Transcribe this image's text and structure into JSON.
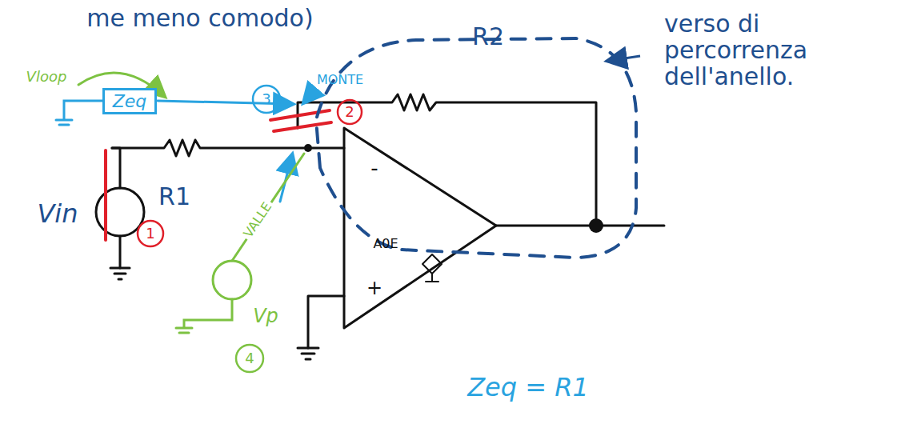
{
  "diagram": {
    "nodes": [
      {
        "text": [
          "Zeq"
        ]
      }
    ],
    "labels": [
      "me meno comodo)",
      "verso di percorrenza dell'anello.",
      "R2",
      "R1",
      "Vin",
      "1",
      "2",
      "3",
      "4",
      "MONTE",
      "VALLE",
      "Vloop",
      "Vp",
      "A0E",
      "-",
      "+",
      "Zeq = R1"
    ]
  }
}
